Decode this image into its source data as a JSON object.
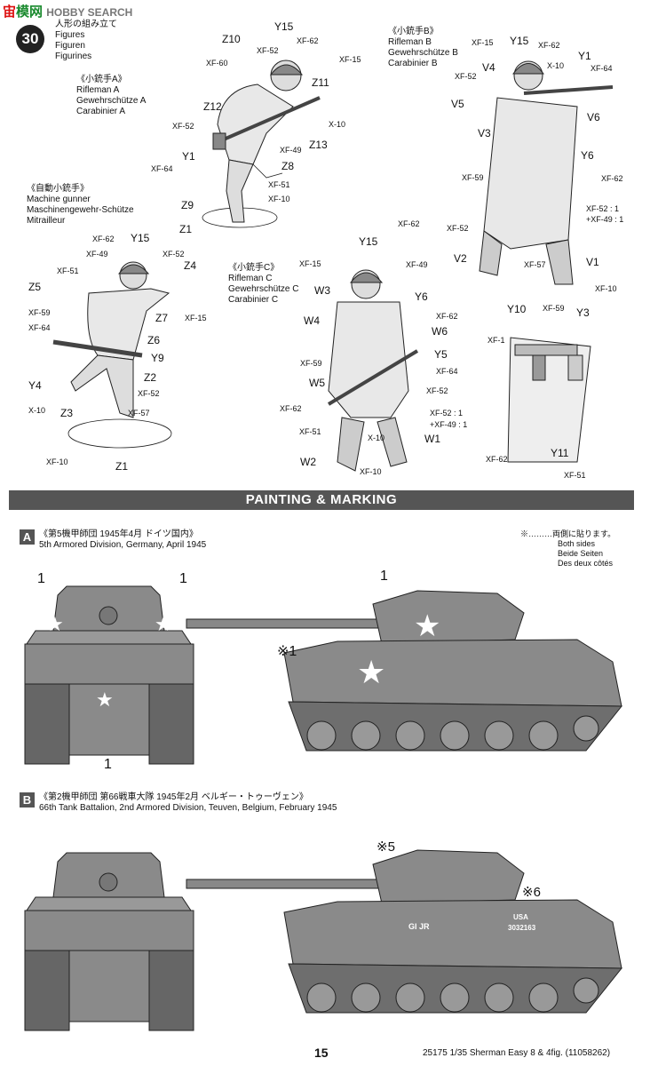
{
  "watermark": {
    "part1": "宙",
    "part2": "模网",
    "part3": "HOBBY SEARCH"
  },
  "step": {
    "number": "30",
    "title_jp": "人形の組み立て",
    "title_en": "Figures",
    "title_de": "Figuren",
    "title_fr": "Figurines"
  },
  "figures": {
    "rifleman_a": {
      "jp": "《小銃手A》",
      "en": "Rifleman A",
      "de": "Gewehrschütze A",
      "fr": "Carabinier A"
    },
    "rifleman_b": {
      "jp": "《小銃手B》",
      "en": "Rifleman B",
      "de": "Gewehrschütze B",
      "fr": "Carabinier B"
    },
    "rifleman_c": {
      "jp": "《小銃手C》",
      "en": "Rifleman C",
      "de": "Gewehrschütze C",
      "fr": "Carabinier C"
    },
    "machine_gunner": {
      "jp": "《自動小銃手》",
      "en": "Machine gunner",
      "de": "Maschinengewehr-Schütze",
      "fr": "Mitrailleur"
    }
  },
  "banner": {
    "title": "PAINTING & MARKING"
  },
  "marking_a": {
    "letter": "A",
    "jp": "《第5機甲師団 1945年4月 ドイツ国内》",
    "en": "5th Armored Division, Germany, April 1945",
    "note_jp": "※………両側に貼ります。",
    "note_en": "Both sides",
    "note_de": "Beide Seiten",
    "note_fr": "Des deux côtés"
  },
  "marking_b": {
    "letter": "B",
    "jp": "《第2機甲師団 第66戦車大隊 1945年2月 ベルギー・トゥーヴェン》",
    "en": "66th Tank Battalion, 2nd Armored Division, Teuven, Belgium, February 1945"
  },
  "decals": {
    "d1": "1",
    "d1s": "※1",
    "d5": "※5",
    "d6": "※6",
    "hull_code": "GI JR",
    "usa": "USA",
    "serial": "3032163"
  },
  "callouts": {
    "fA": [
      "Z10",
      "Y15",
      "XF-62",
      "XF-52",
      "XF-60",
      "XF-15",
      "Z11",
      "X-10",
      "Z12",
      "XF-52",
      "Z13",
      "XF-49",
      "Y1",
      "XF-64",
      "Z8",
      "XF-51",
      "Z9",
      "XF-10",
      "Z1"
    ],
    "fMG": [
      "XF-62",
      "Y15",
      "XF-49",
      "XF-52",
      "Z4",
      "XF-51",
      "Z5",
      "XF-59",
      "Z7",
      "XF-15",
      "XF-64",
      "Z6",
      "Y9",
      "Z2",
      "Y4",
      "XF-52",
      "X-10",
      "Z3",
      "XF-57",
      "XF-10",
      "Z1"
    ],
    "fC": [
      "Y15",
      "XF-62",
      "XF-15",
      "XF-49",
      "W3",
      "Y6",
      "W4",
      "XF-62",
      "W6",
      "Y5",
      "XF-59",
      "XF-64",
      "W5",
      "XF-52",
      "XF-62",
      "XF-52 : 1",
      "+XF-49 : 1",
      "XF-51",
      "X-10",
      "W1",
      "W2",
      "XF-10"
    ],
    "fB": [
      "XF-15",
      "Y15",
      "XF-62",
      "V4",
      "X-10",
      "Y1",
      "XF-52",
      "XF-64",
      "V5",
      "V6",
      "V3",
      "Y6",
      "XF-59",
      "XF-62",
      "XF-52 : 1",
      "+XF-49 : 1",
      "XF-52",
      "V2",
      "XF-57",
      "V1",
      "XF-10"
    ],
    "belt": [
      "Y10",
      "XF-59",
      "Y3",
      "XF-1",
      "XF-62",
      "Y11",
      "XF-51"
    ]
  },
  "footer": {
    "page": "15",
    "code": "25175  1/35 Sherman Easy 8 & 4fig. (11058262)"
  }
}
